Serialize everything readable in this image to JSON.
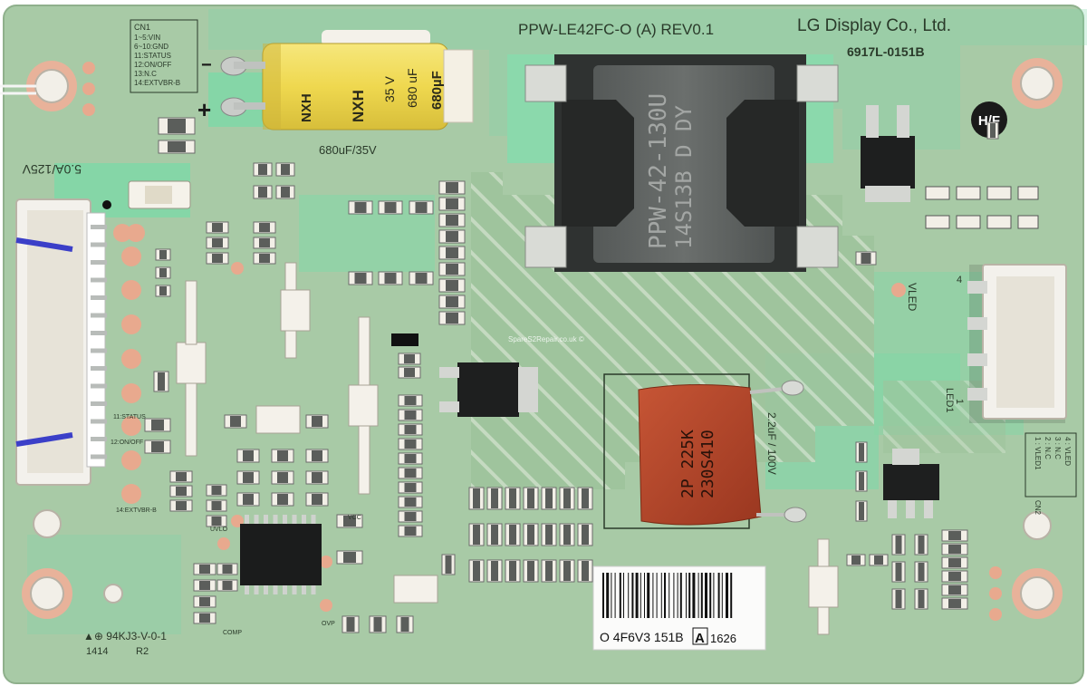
{
  "board": {
    "model": "PPW-LE42FC-O (A) REV0.1",
    "maker": "LG Display Co., Ltd.",
    "part_number": "6917L-0151B",
    "hf_badge": "H/F",
    "cn1_title": "CN1",
    "cn1_pins": [
      "1~5:VIN",
      "6~10:GND",
      "11:STATUS",
      "12:ON/OFF",
      "13:N.C",
      "14:EXTVBR-B"
    ],
    "fuse_rating": "5.0A/125V",
    "cap_label": "680uF/35V",
    "film_cap_label": "2.2uF / 100V",
    "vled_label": "VLED",
    "led1_label": "LED1",
    "pin4_label": "4",
    "pin1_label": "1",
    "cn2_title": "CN2",
    "cn2_pins": [
      "1 : VLED1",
      "2 : N.C",
      "3 : N.C",
      "4 : VLED"
    ],
    "status_label": "11:STATUS",
    "onoff_label": "12:ON/OFF",
    "extvbr_label": "14:EXTVBR-B",
    "code_bottom_left": "▲⊕ 94KJ3-V-0-1",
    "date_code": "1414",
    "revision": "R2",
    "watermark": "SpareS2Repair.co.uk ©",
    "comp_label": "COMP",
    "uvlo_label": "UVLO",
    "ovp_label": "OVP",
    "vcc_label": "VCC"
  },
  "electrolytic_cap": {
    "brand": "NXH",
    "voltage": "35 V",
    "capacitance": "680 uF",
    "capacitance_side": "680µF",
    "minus": "−",
    "plus": "+"
  },
  "inductor": {
    "line1": "PPW-42-130U",
    "line2": "14S13B D DY"
  },
  "film_cap": {
    "line1": "2P 225K",
    "line2": "230S410"
  },
  "label_sticker": {
    "code": "O 4F6V3 151B",
    "logo": "A",
    "suffix": "1626"
  },
  "colors": {
    "pcb": "#a6c9a5",
    "copper_trace": "#74d4a2",
    "pad": "#e8a98e",
    "connector": "#f3f1ec",
    "electrolytic": "#f0dd5c",
    "film_cap": "#b44427",
    "inductor": "#4a4d4c"
  }
}
